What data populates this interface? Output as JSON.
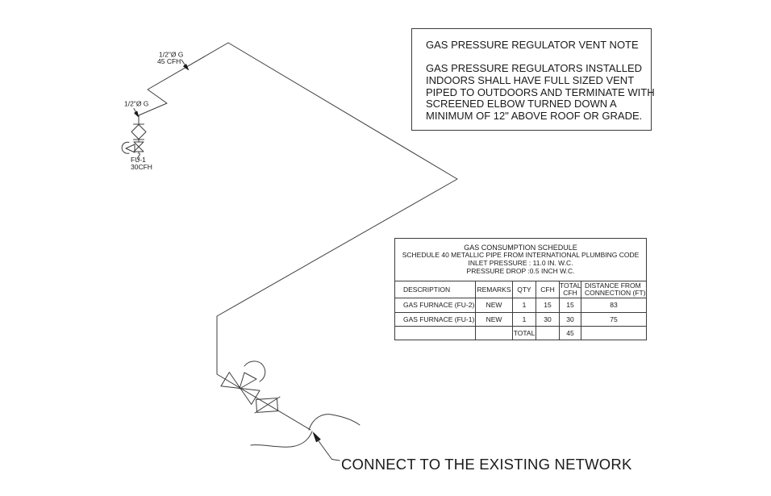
{
  "drawing": {
    "pipe_labels": {
      "main_size": "1/2\"Ø G",
      "main_flow": "45 CFH",
      "branch_size": "1/2\"Ø G",
      "unit_tag": "FU-1",
      "unit_flow": "30CFH"
    },
    "connect_label": "CONNECT TO THE EXISTING NETWORK"
  },
  "vent_note": {
    "title": "GAS PRESSURE REGULATOR VENT NOTE",
    "body_lines": [
      "GAS PRESSURE REGULATORS INSTALLED",
      "INDOORS SHALL HAVE FULL SIZED VENT",
      "PIPED TO OUTDOORS AND TERMINATE WITH",
      "SCREENED ELBOW TURNED DOWN A",
      "MINIMUM OF 12\" ABOVE ROOF OR GRADE."
    ]
  },
  "schedule": {
    "header_lines": [
      "GAS CONSUMPTION SCHEDULE",
      "SCHEDULE 40 METALLIC PIPE FROM INTERNATIONAL PLUMBING CODE",
      "INLET PRESSURE : 11.0 IN. W.C.",
      "PRESSURE DROP :0.5 INCH W.C."
    ],
    "columns": [
      "DESCRIPTION",
      "REMARKS",
      "QTY",
      "CFH",
      "TOTAL CFH",
      "DISTANCE FROM CONNECTION (FT)"
    ],
    "rows": [
      [
        "GAS FURNACE (FU-2)",
        "NEW",
        "1",
        "15",
        "15",
        "83"
      ],
      [
        "GAS FURNACE (FU-1)",
        "NEW",
        "1",
        "30",
        "30",
        "75"
      ],
      [
        "",
        "",
        "TOTAL",
        "",
        "45",
        ""
      ]
    ]
  },
  "colors": {
    "line": "#3c3c3c",
    "text": "#1a1a1a",
    "background": "#ffffff"
  }
}
